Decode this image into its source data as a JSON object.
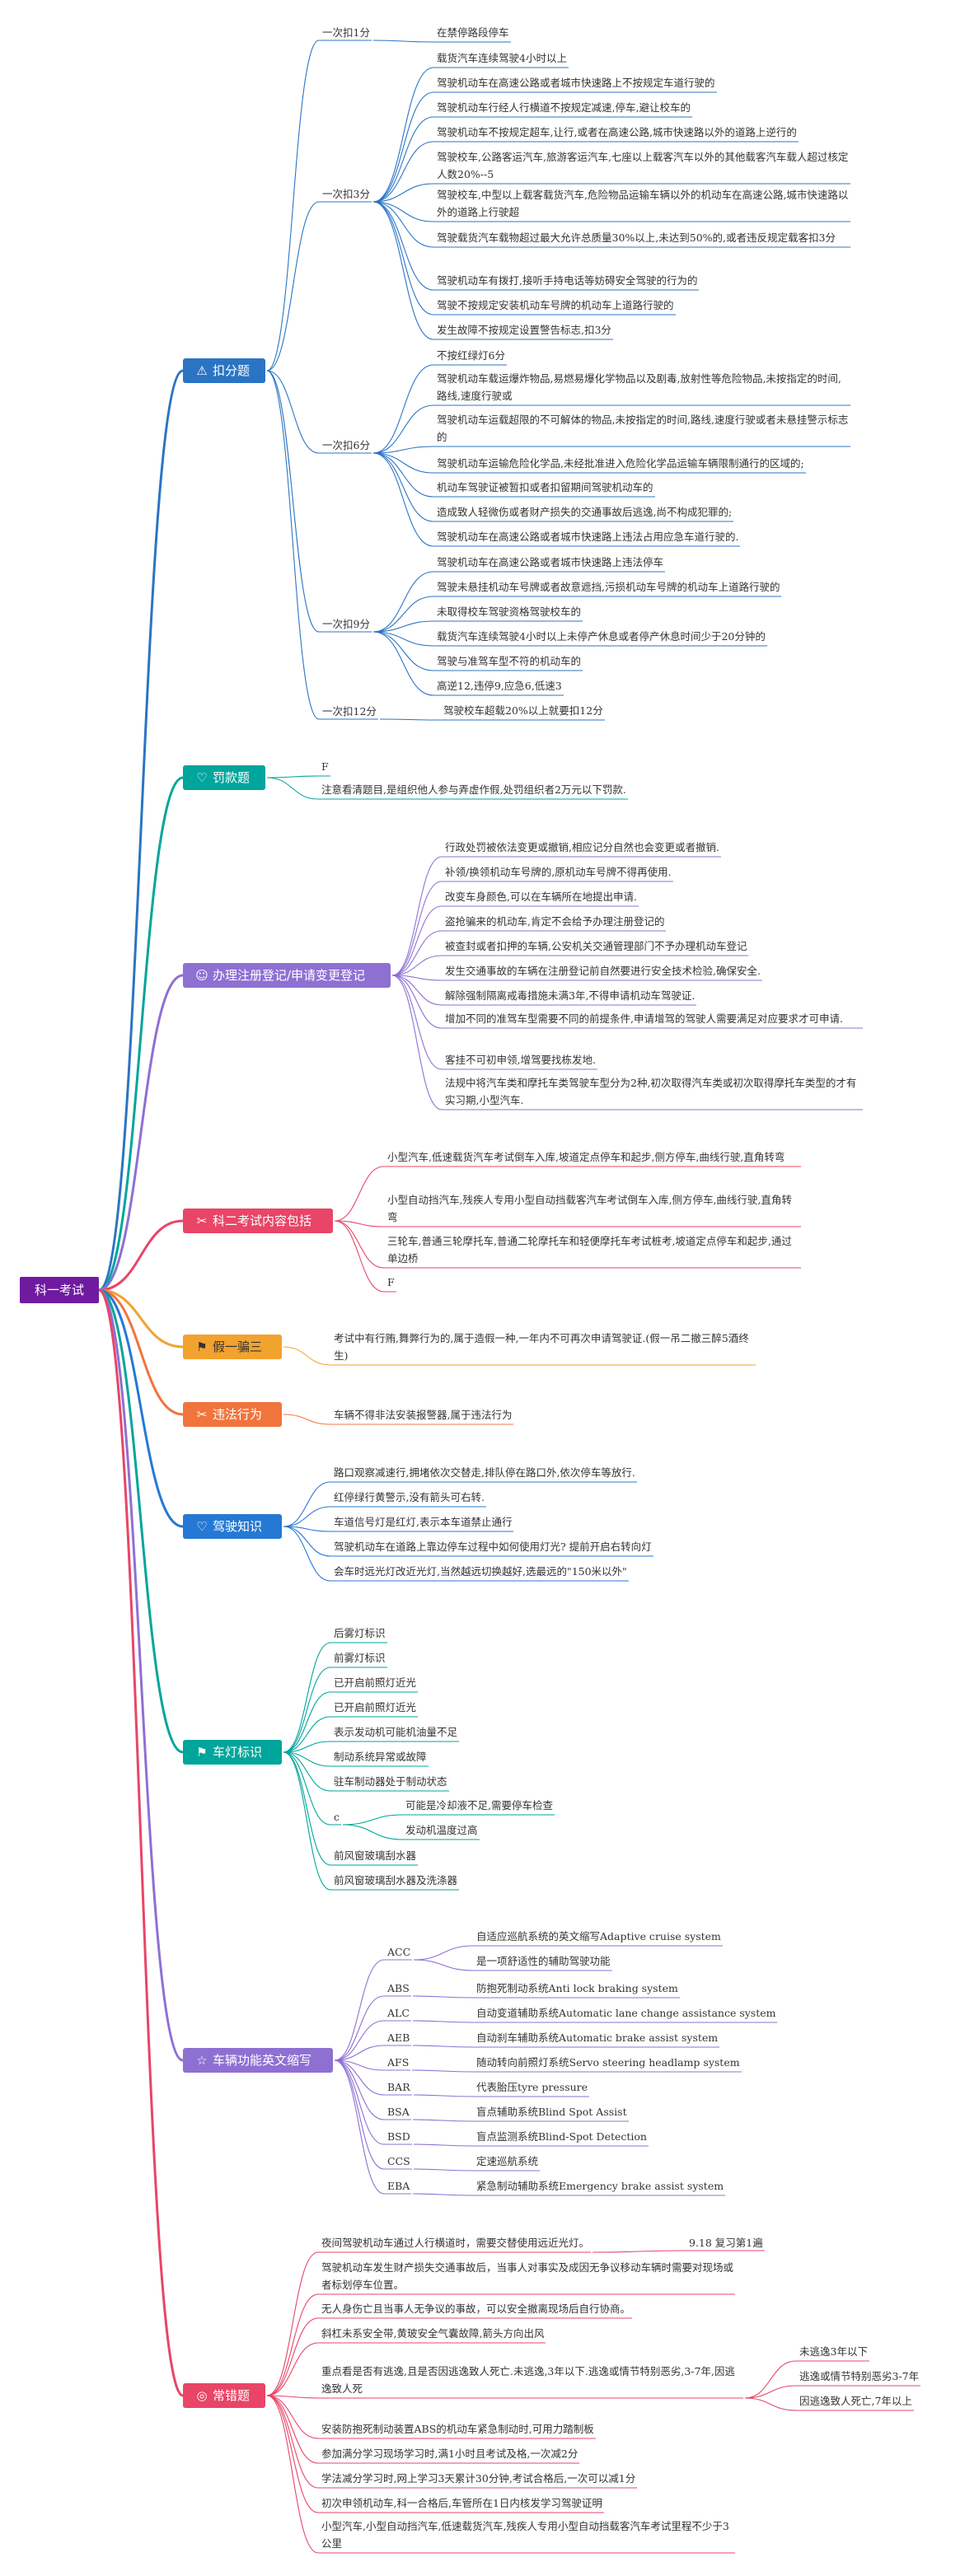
{
  "root": "科一考试",
  "colors": {
    "root": "#6f1ba0",
    "b0": "#2b74c4",
    "b1": "#00a59b",
    "b2": "#8e70d3",
    "b3": "#e84567",
    "b4": "#f2a22e",
    "b5": "#f2743d",
    "b6": "#2579d4",
    "b7": "#00a59b",
    "b8": "#8e70d3",
    "b9": "#e84567"
  },
  "icons": {
    "b0": "warning-triangle-icon",
    "b1": "heart-icon",
    "b2": "smiley-icon",
    "b3": "tools-icon",
    "b4": "flag-icon",
    "b5": "tools-icon",
    "b6": "heart-icon",
    "b7": "flag-icon",
    "b8": "star-icon",
    "b9": "globe-icon"
  },
  "b0": {
    "label": "扣分题",
    "g0": {
      "label": "一次扣1分",
      "items": [
        "在禁停路段停车"
      ]
    },
    "g1": {
      "label": "一次扣3分",
      "items": [
        "载货汽车连续驾驶4小时以上",
        "驾驶机动车在高速公路或者城市快速路上不按规定车道行驶的",
        "驾驶机动车行经人行横道不按规定减速,停车,避让校车的",
        "驾驶机动车不按规定超车,让行,或者在高速公路,城市快速路以外的道路上逆行的",
        "驾驶校车,公路客运汽车,旅游客运汽车,七座以上载客汽车以外的其他载客汽车载人超过核定人数20%--5",
        "驾驶校车,中型以上载客载货汽车,危险物品运输车辆以外的机动车在高速公路,城市快速路以外的道路上行驶超",
        "驾驶载货汽车载物超过最大允许总质量30%以上,未达到50%的,或者违反规定载客扣3分",
        "驾驶机动车有拨打,接听手持电话等妨碍安全驾驶的行为的",
        "驾驶不按规定安装机动车号牌的机动车上道路行驶的",
        "发生故障不按规定设置警告标志,扣3分"
      ]
    },
    "g2": {
      "label": "一次扣6分",
      "items": [
        "不按红绿灯6分",
        "驾驶机动车载运爆炸物品,易燃易爆化学物品以及剧毒,放射性等危险物品,未按指定的时间,路线,速度行驶或",
        "驾驶机动车运载超限的不可解体的物品,未按指定的时间,路线,速度行驶或者未悬挂警示标志的",
        "驾驶机动车运输危险化学品,未经批准进入危险化学品运输车辆限制通行的区域的;",
        "机动车驾驶证被暂扣或者扣留期间驾驶机动车的",
        "造成致人轻微伤或者财产损失的交通事故后逃逸,尚不构成犯罪的;",
        "驾驶机动车在高速公路或者城市快速路上违法占用应急车道行驶的."
      ]
    },
    "g3": {
      "label": "一次扣9分",
      "items": [
        "驾驶机动车在高速公路或者城市快速路上违法停车",
        "驾驶未悬挂机动车号牌或者故意遮挡,污损机动车号牌的机动车上道路行驶的",
        "未取得校车驾驶资格驾驶校车的",
        "载货汽车连续驾驶4小时以上未停产休息或者停产休息时间少于20分钟的",
        "驾驶与准驾车型不符的机动车的",
        "高逆12,违停9,应急6,低速3"
      ]
    },
    "g4": {
      "label": "一次扣12分",
      "items": [
        "驾驶校车超载20%以上就要扣12分"
      ]
    }
  },
  "b1": {
    "label": "罚款题",
    "items": [
      "F",
      "注意看清题目,是组织他人参与弄虚作假,处罚组织者2万元以下罚款."
    ]
  },
  "b2": {
    "label": "办理注册登记/申请变更登记",
    "items": [
      "行政处罚被依法变更或撤销,相应记分自然也会变更或者撤销.",
      "补领/换领机动车号牌的,原机动车号牌不得再使用.",
      "改变车身颜色,可以在车辆所在地提出申请.",
      "盗抢骗来的机动车,肯定不会给予办理注册登记的",
      "被查封或者扣押的车辆,公安机关交通管理部门不予办理机动车登记",
      "发生交通事故的车辆在注册登记前自然要进行安全技术检验,确保安全.",
      "解除强制隔离戒毒措施未满3年,不得申请机动车驾驶证.",
      "增加不同的准驾车型需要不同的前提条件,申请增驾的驾驶人需要满足对应要求才可申请.",
      "客挂不可初申领,增驾要找栋发地.",
      "法规中将汽车类和摩托车类驾驶车型分为2种,初次取得汽车类或初次取得摩托车类型的才有实习期,小型汽车."
    ]
  },
  "b3": {
    "label": "科二考试内容包括",
    "items": [
      "小型汽车,低速载货汽车考试倒车入库,坡道定点停车和起步,侧方停车,曲线行驶,直角转弯",
      "小型自动挡汽车,残疾人专用小型自动挡载客汽车考试倒车入库,侧方停车,曲线行驶,直角转弯",
      "三轮车,普通三轮摩托车,普通二轮摩托车和轻便摩托车考试桩考,坡道定点停车和起步,通过单边桥",
      "F"
    ]
  },
  "b4": {
    "label": "假一骗三",
    "items": [
      "考试中有行贿,舞弊行为的,属于造假一种,一年内不可再次申请驾驶证.(假一吊二撤三醉5酒终生)"
    ]
  },
  "b5": {
    "label": "违法行为",
    "items": [
      "车辆不得非法安装报警器,属于违法行为"
    ]
  },
  "b6": {
    "label": "驾驶知识",
    "items": [
      "路口观察减速行,拥堵依次交替走,排队停在路口外,依次停车等放行.",
      "红停绿行黄警示,没有箭头可右转.",
      "车道信号灯是红灯,表示本车道禁止通行",
      "驾驶机动车在道路上靠边停车过程中如何使用灯光? 提前开启右转向灯",
      "会车时远光灯改近光灯,当然越远切换越好,选最远的\"150米以外\""
    ]
  },
  "b7": {
    "label": "车灯标识",
    "items": [
      "后雾灯标识",
      "前雾灯标识",
      "已开启前照灯近光",
      "已开启前照灯近光",
      "表示发动机可能机油量不足",
      "制动系统异常或故障",
      "驻车制动器处于制动状态"
    ],
    "c_label": "c",
    "c_items": [
      "可能是冷却液不足,需要停车检查",
      "发动机温度过高"
    ],
    "tail": [
      "前风窗玻璃刮水器",
      "前风窗玻璃刮水器及洗涤器"
    ]
  },
  "b8": {
    "label": "车辆功能英文缩写",
    "rows": [
      {
        "k": "ACC",
        "v": [
          "自适应巡航系统的英文缩写Adaptive cruise system",
          "是一项舒适性的辅助驾驶功能"
        ]
      },
      {
        "k": "ABS",
        "v": [
          "防抱死制动系统Anti lock braking system"
        ]
      },
      {
        "k": "ALC",
        "v": [
          "自动变道辅助系统Automatic lane change assistance system"
        ]
      },
      {
        "k": "AEB",
        "v": [
          "自动刹车辅助系统Automatic brake assist system"
        ]
      },
      {
        "k": "AFS",
        "v": [
          "随动转向前照灯系统Servo steering headlamp system"
        ]
      },
      {
        "k": "BAR",
        "v": [
          "代表胎压tyre pressure"
        ]
      },
      {
        "k": "BSA",
        "v": [
          "盲点辅助系统Blind Spot Assist"
        ]
      },
      {
        "k": "BSD",
        "v": [
          "盲点监测系统Blind-Spot Detection"
        ]
      },
      {
        "k": "CCS",
        "v": [
          "定速巡航系统"
        ]
      },
      {
        "k": "EBA",
        "v": [
          "紧急制动辅助系统Emergency brake assist system"
        ]
      }
    ]
  },
  "b9": {
    "label": "常错题",
    "items": [
      "夜间驾驶机动车通过人行横道时，需要交替使用远近光灯。",
      "驾驶机动车发生财产损失交通事故后，当事人对事实及成因无争议移动车辆时需要对现场或者标划停车位置。",
      "无人身伤亡且当事人无争议的事故，可以安全撤离现场后自行协商。",
      "斜杠未系安全带,黄玻安全气囊故障,箭头方向出风",
      "重点看是否有逃逸,且是否因逃逸致人死亡.未逃逸,3年以下.逃逸或情节特别恶劣,3-7年,因逃逸致人死",
      "安装防抱死制动装置ABS的机动车紧急制动时,可用力踏制板",
      "参加满分学习现场学习时,满1小时且考试及格,一次减2分",
      "学法减分学习时,网上学习3天累计30分钟,考试合格后,一次可以减1分",
      "初次申领机动车,科一合格后,车管所在1日内核发学习驾驶证明",
      "小型汽车,小型自动挡汽车,低速载货汽车,残疾人专用小型自动挡载客汽车考试里程不少于3公里"
    ],
    "note": "9.18 复习第1遍",
    "sub": [
      "未逃逸3年以下",
      "逃逸或情节特别恶劣3-7年",
      "因逃逸致人死亡,7年以上"
    ]
  }
}
